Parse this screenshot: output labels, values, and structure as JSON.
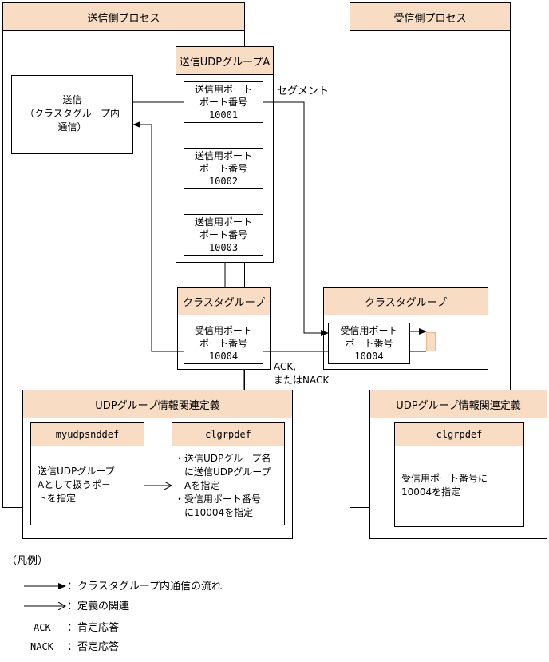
{
  "sender": {
    "title": "送信側プロセス",
    "send_box": [
      "送信",
      "（クラスタグループ内",
      "通信）"
    ],
    "udp_group": {
      "title": "送信UDPグループA",
      "ports": [
        {
          "line1": "送信用ポート",
          "line2": "ポート番号",
          "num": "10001"
        },
        {
          "line1": "送信用ポート",
          "line2": "ポート番号",
          "num": "10002"
        },
        {
          "line1": "送信用ポート",
          "line2": "ポート番号",
          "num": "10003"
        }
      ]
    },
    "cluster_group": {
      "title": "クラスタグループ",
      "port": {
        "line1": "受信用ポート",
        "line2": "ポート番号",
        "num": "10004"
      }
    },
    "udp_def": {
      "title": "UDPグループ情報関連定義",
      "left": {
        "title": "myudpsnddef",
        "body": [
          "送信UDPグループ",
          "Aとして扱うポ－",
          "トを指定"
        ]
      },
      "right": {
        "title": "clgrpdef",
        "body": [
          "・送信UDPグループ名",
          "　に送信UDPグループ",
          "　Aを指定",
          "・受信用ポート番号",
          "　に10004を指定"
        ]
      }
    }
  },
  "receiver": {
    "title": "受信側プロセス",
    "cluster_group": {
      "title": "クラスタグループ",
      "port": {
        "line1": "受信用ポート",
        "line2": "ポート番号",
        "num": "10004"
      }
    },
    "udp_def": {
      "title": "UDPグループ情報関連定義",
      "box": {
        "title": "clgrpdef",
        "body": [
          "受信用ポート番号に",
          "10004を指定"
        ]
      }
    }
  },
  "labels": {
    "segment": "セグメント",
    "ack": [
      "ACK,",
      "またはNACK"
    ]
  },
  "legend": {
    "title": "（凡例）",
    "flow": "：クラスタグループ内通信の流れ",
    "relation": "：定義の関連",
    "ack_term": "ACK",
    "ack_desc": "：肯定応答",
    "nack_term": "NACK",
    "nack_desc": "：否定応答"
  }
}
